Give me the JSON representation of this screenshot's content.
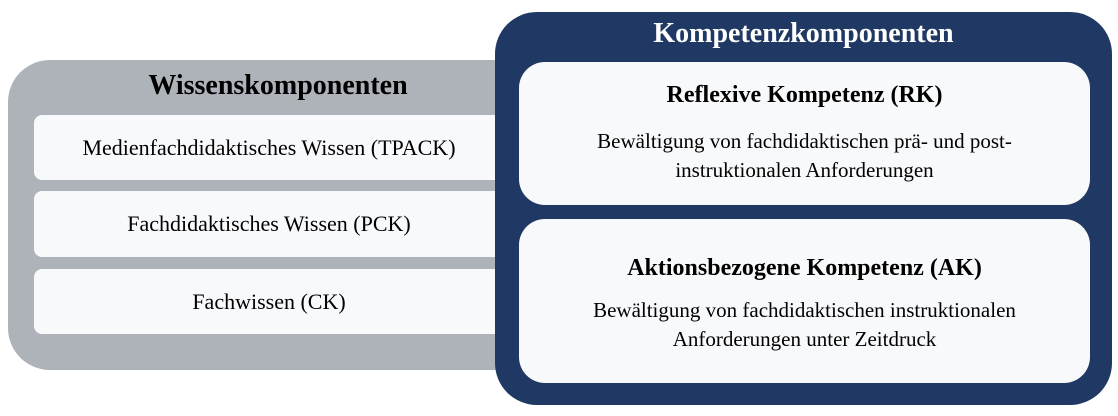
{
  "knowledge": {
    "title": "Wissenskomponenten",
    "items": [
      "Medienfachdidaktisches Wissen (TPACK)",
      "Fachdidaktisches Wissen (PCK)",
      "Fachwissen (CK)"
    ]
  },
  "competence": {
    "title": "Kompetenzkomponenten",
    "items": [
      {
        "title": "Reflexive Kompetenz (RK)",
        "description": "Bewältigung von fachdidaktischen prä- und post-instruktionalen Anforderungen"
      },
      {
        "title": "Aktionsbezogene Kompetenz (AK)",
        "description": "Bewältigung von fachdidaktischen instruktionalen Anforderungen unter Zeitdruck"
      }
    ]
  },
  "colors": {
    "knowledge_bg": "#adb3b9",
    "competence_bg": "#1f3864",
    "box_bg": "#f8f9fb"
  }
}
